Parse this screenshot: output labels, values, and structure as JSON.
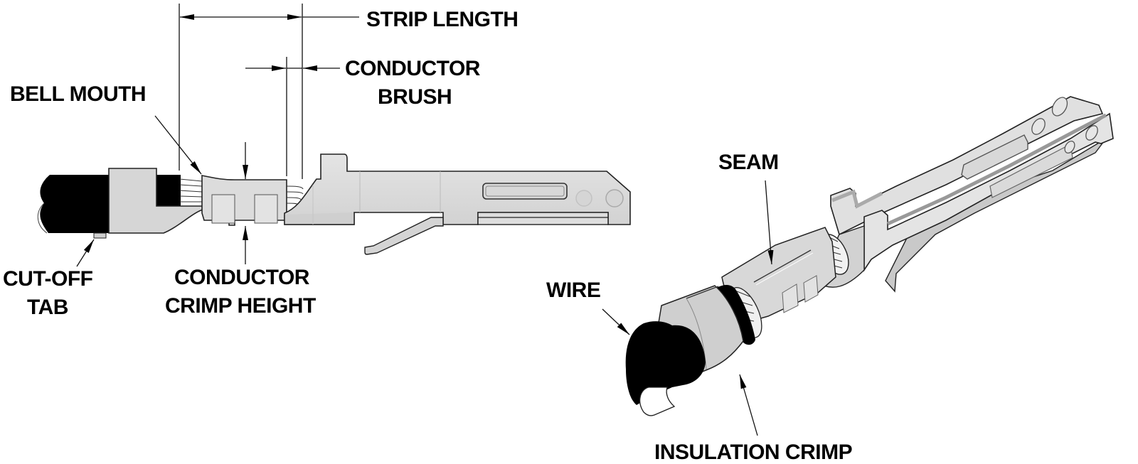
{
  "diagram": {
    "title": "Crimped terminal features",
    "colors": {
      "metal": "#dedede",
      "metal_shadow": "#c6c6c6",
      "metal_dark": "#a9a9a9",
      "insulation": "#000000",
      "outline": "#222222",
      "background": "#ffffff"
    },
    "side_view": {
      "labels": {
        "strip_length": "STRIP LENGTH",
        "conductor_brush_1": "CONDUCTOR",
        "conductor_brush_2": "BRUSH",
        "bell_mouth": "BELL MOUTH",
        "cut_off_tab_1": "CUT-OFF",
        "cut_off_tab_2": "TAB",
        "crimp_height_1": "CONDUCTOR",
        "crimp_height_2": "CRIMP HEIGHT"
      }
    },
    "iso_view": {
      "labels": {
        "seam": "SEAM",
        "wire": "WIRE",
        "insulation_crimp": "INSULATION CRIMP"
      }
    }
  }
}
